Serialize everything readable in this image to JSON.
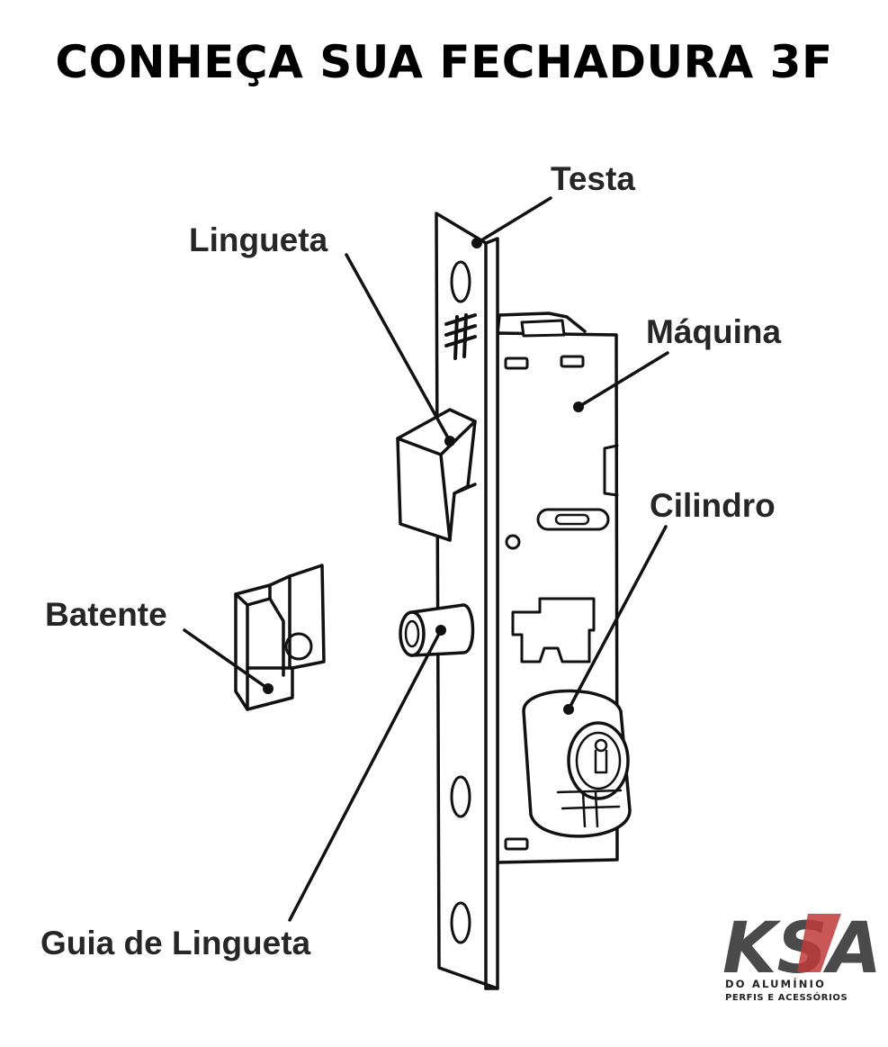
{
  "title": "CONHEÇA SUA FECHADURA 3F",
  "labels": {
    "testa": "Testa",
    "lingueta": "Lingueta",
    "maquina": "Máquina",
    "cilindro": "Cilindro",
    "batente": "Batente",
    "guia_de_lingueta": "Guia de Lingueta"
  },
  "logo": {
    "brand": "KSA",
    "line1": "DO ALUMÍNIO",
    "line2": "PERFIS E ACESSÓRIOS",
    "colors": {
      "dark": "#4a4a4a",
      "accent": "#c0393b"
    }
  },
  "colors": {
    "line": "#111111",
    "label": "#262626",
    "background": "#ffffff"
  }
}
